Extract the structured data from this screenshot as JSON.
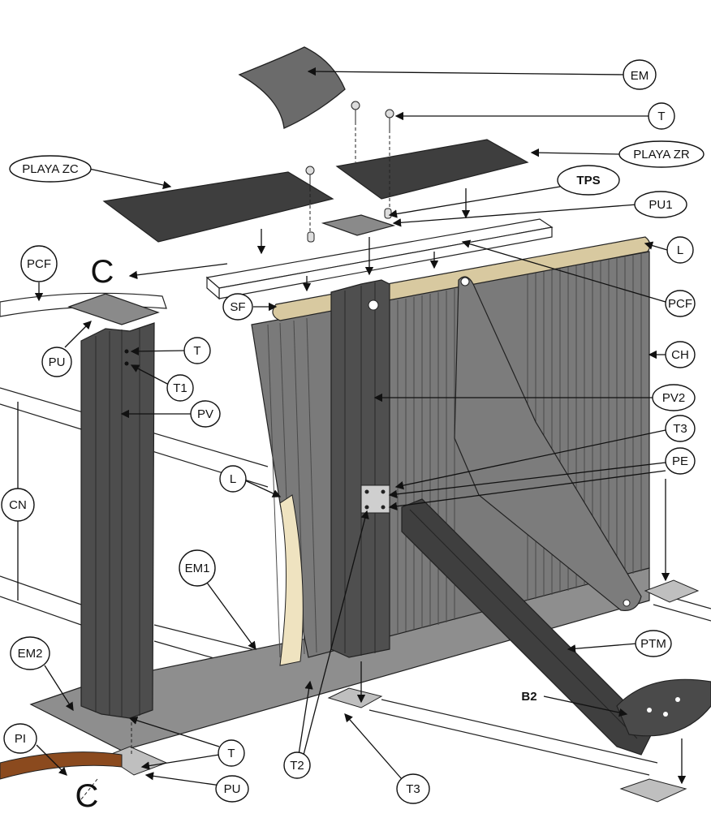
{
  "labels": {
    "em": "EM",
    "t_top": "T",
    "playa_zr": "PLAYA ZR",
    "playa_zc": "PLAYA ZC",
    "tps": "TPS",
    "pu1": "PU1",
    "l_top": "L",
    "pcf_left": "PCF",
    "pcf_right": "PCF",
    "c_top": "C",
    "sf": "SF",
    "ch": "CH",
    "pu_left": "PU",
    "t_left": "T",
    "t1": "T1",
    "pv": "PV",
    "pv2": "PV2",
    "t3_right": "T3",
    "pe": "PE",
    "l_mid": "L",
    "cn": "CN",
    "em1": "EM1",
    "em2": "EM2",
    "ptm": "PTM",
    "b2": "B2",
    "pi": "PI",
    "t_bottom": "T",
    "t2": "T2",
    "t3_bottom": "T3",
    "pu_bottom": "PU",
    "c_bottom": "C"
  }
}
